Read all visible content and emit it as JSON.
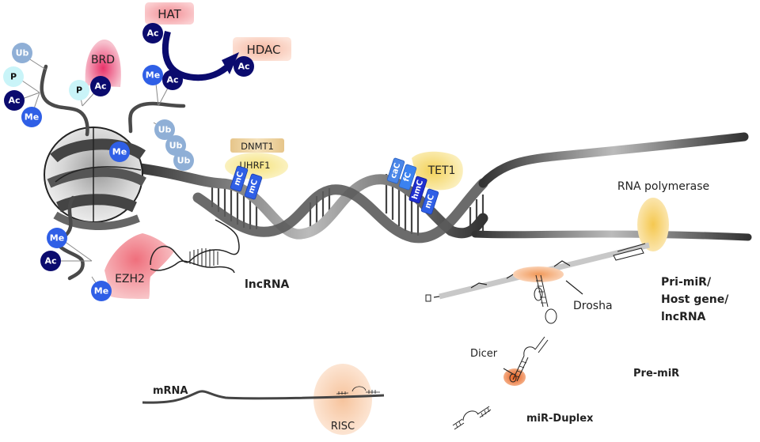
{
  "title": "Epigenetic regulation diagram",
  "colors": {
    "acetyl": "#0b0b6e",
    "methyl": "#2f5fe6",
    "phospho": "#c9f4f8",
    "ubiquitin": "#8fafd6",
    "hat": "#f5a0a5",
    "hdac": "#f8c9b8",
    "brd": "#ea4f7a",
    "ezh2": "#f3a0a6",
    "dnmt1": "#efd6a4",
    "uhrf1": "#f6eeaa",
    "tet1": "#f5dc80",
    "rna_pol": "#f5cf70",
    "drosha": "#f4a878",
    "risc": "#f7caa6",
    "dicer": "#ea7a3e",
    "dna": "#555555",
    "arrow": "#0b0b6e"
  },
  "enzymes": {
    "hat": "HAT",
    "hdac": "HDAC",
    "brd": "BRD",
    "ezh2": "EZH2",
    "dnmt1": "DNMT1",
    "uhrf1": "UHRF1",
    "tet1": "TET1",
    "rna_polymerase": "RNA polymerase",
    "drosha": "Drosha",
    "dicer": "Dicer",
    "risc": "RISC"
  },
  "histone_marks": {
    "ub": "Ub",
    "p": "P",
    "ac": "Ac",
    "me": "Me"
  },
  "dna_marks": {
    "mc": "mC",
    "hmc": "hmC",
    "fc": "fC",
    "cac": "caC"
  },
  "rna_labels": {
    "lncrna": "lncRNA",
    "pri_mir_line1": "Pri-miR/",
    "pri_mir_line2": "Host gene/",
    "pri_mir_line3": "lncRNA",
    "pre_mir": "Pre-miR",
    "mir_duplex": "miR-Duplex",
    "mrna": "mRNA"
  }
}
